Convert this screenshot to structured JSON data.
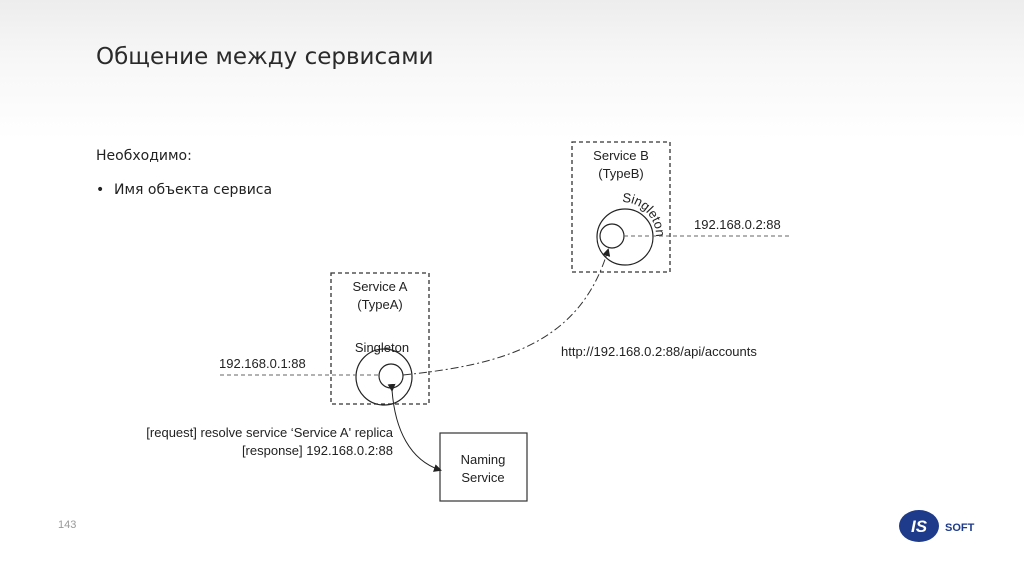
{
  "title": "Общение между сервисами",
  "intro": "Необходимо:",
  "bullets": [
    "Имя объекта сервиса"
  ],
  "page_number": "143",
  "service_a": {
    "name": "Service A",
    "type": "(TypeA)",
    "instance": "Singleton",
    "address": "192.168.0.1:88"
  },
  "service_b": {
    "name": "Service B",
    "type": "(TypeB)",
    "instance": "Singleton",
    "address": "192.168.0.2:88"
  },
  "call_url": "http://192.168.0.2:88/api/accounts",
  "naming_service": {
    "line1": "Naming",
    "line2": "Service"
  },
  "resolve": {
    "request": "[request] resolve service ‘Service A' replica",
    "response": "[response] 192.168.0.2:88"
  },
  "logo": {
    "mark": "IS",
    "word": "SOFT",
    "color": "#1e3a8a"
  }
}
